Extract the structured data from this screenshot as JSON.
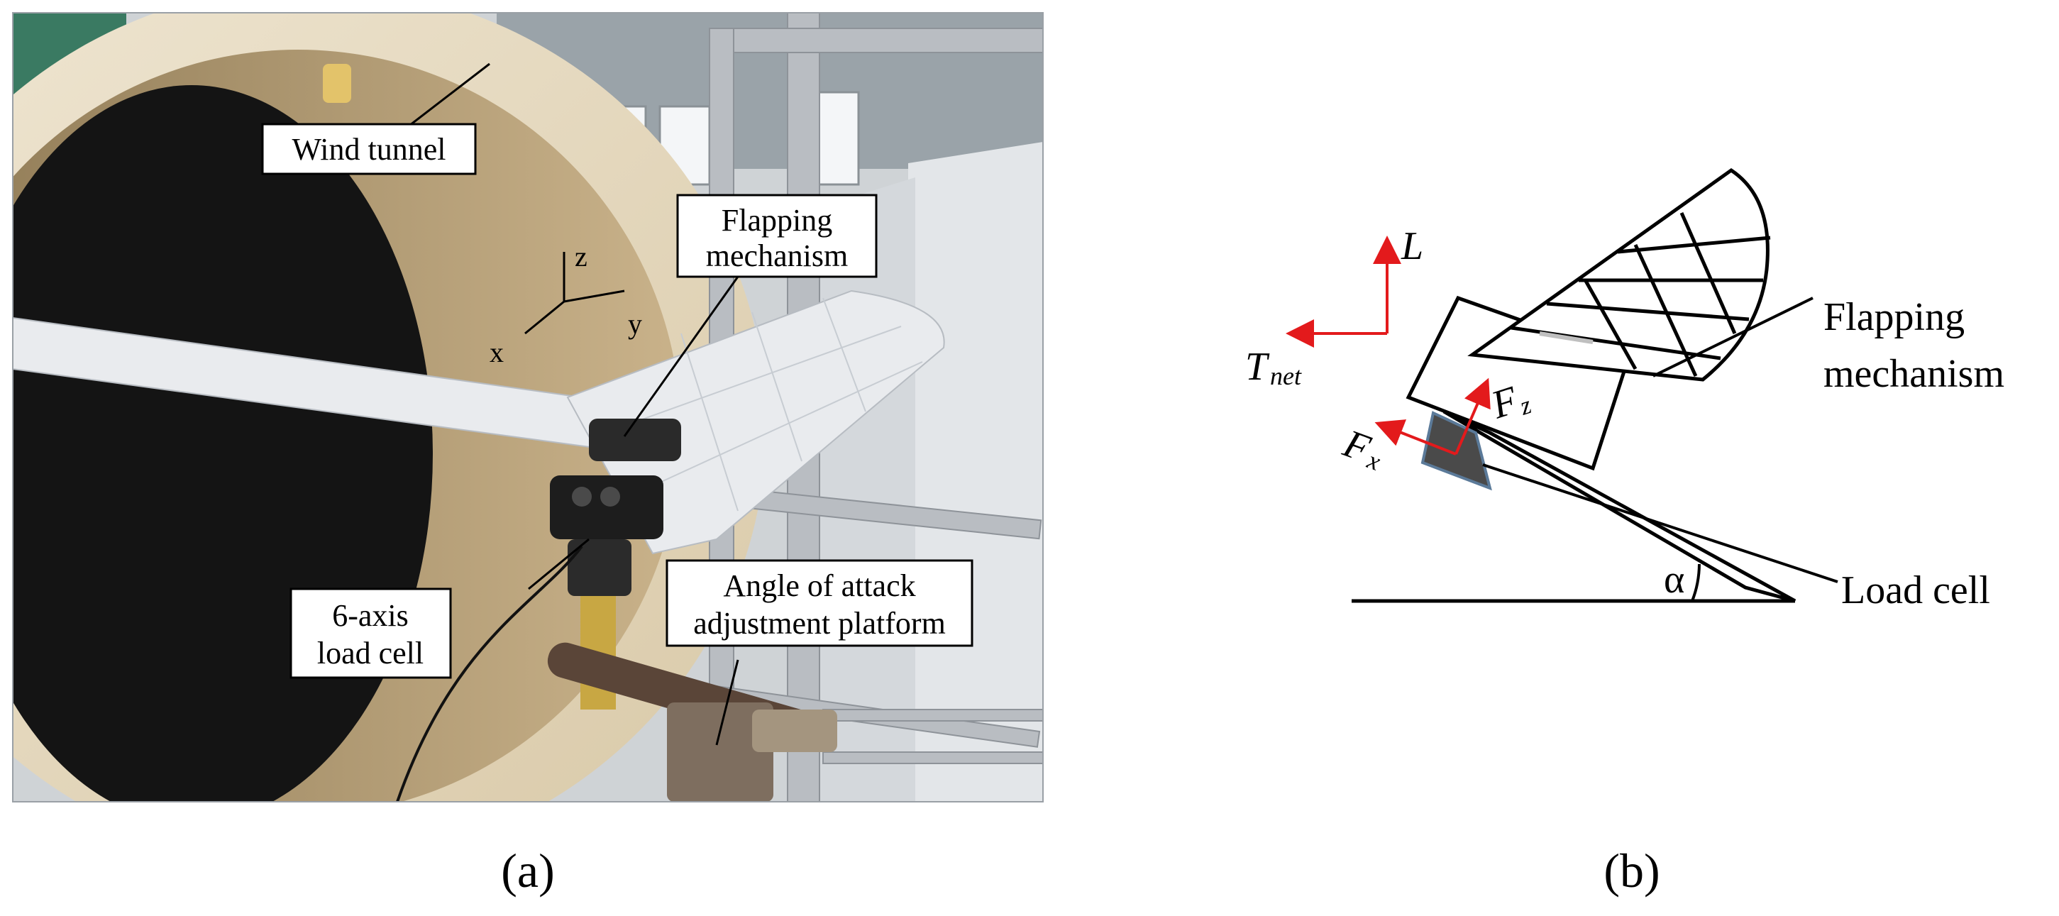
{
  "panels": {
    "a": {
      "label": "(a)",
      "callouts": {
        "wind_tunnel": "Wind tunnel",
        "flapping_line1": "Flapping",
        "flapping_line2": "mechanism",
        "loadcell_line1": "6-axis",
        "loadcell_line2": "load cell",
        "aoa_line1": "Angle of attack",
        "aoa_line2": "adjustment platform"
      },
      "axes": {
        "z": "z",
        "y": "y",
        "x": "x"
      }
    },
    "b": {
      "label": "(b)",
      "labels": {
        "flapping_line1": "Flapping",
        "flapping_line2": "mechanism",
        "load_cell": "Load cell",
        "alpha": "α"
      },
      "forces": {
        "lift": "L",
        "thrust_main": "T",
        "thrust_sub": "net",
        "fz_main": "F",
        "fz_sub": "z",
        "fx_main": "F",
        "fx_sub": "x"
      },
      "colors": {
        "force_arrow": "#e31a1c"
      }
    }
  },
  "colors": {
    "tunnel_rim": "#e8dcc4",
    "tunnel_inner": "#b8a078",
    "tunnel_void": "#141414",
    "hall_background": "#cfd3d6",
    "wing_membrane": "#e9ebee",
    "frame_metal": "#b9bdc2"
  }
}
